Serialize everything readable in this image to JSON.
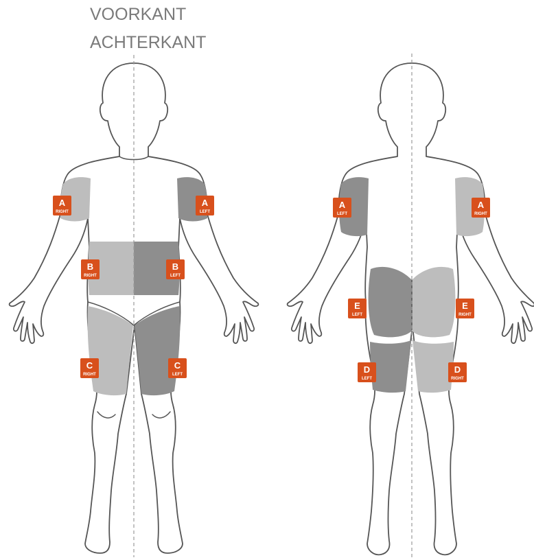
{
  "headings": {
    "front": "VOORKANT",
    "back": "ACHTERKANT"
  },
  "colors": {
    "badge": "#d8501c",
    "zone_light": "#bdbdbd",
    "zone_dark": "#8e8e8e",
    "outline": "#555555"
  },
  "front_badges": [
    {
      "letter": "A",
      "side": "RIGHT"
    },
    {
      "letter": "A",
      "side": "LEFT"
    },
    {
      "letter": "B",
      "side": "RIGHT"
    },
    {
      "letter": "B",
      "side": "LEFT"
    },
    {
      "letter": "C",
      "side": "RIGHT"
    },
    {
      "letter": "C",
      "side": "LEFT"
    }
  ],
  "back_badges": [
    {
      "letter": "A",
      "side": "LEFT"
    },
    {
      "letter": "A",
      "side": "RIGHT"
    },
    {
      "letter": "E",
      "side": "LEFT"
    },
    {
      "letter": "E",
      "side": "RIGHT"
    },
    {
      "letter": "D",
      "side": "LEFT"
    },
    {
      "letter": "D",
      "side": "RIGHT"
    }
  ]
}
